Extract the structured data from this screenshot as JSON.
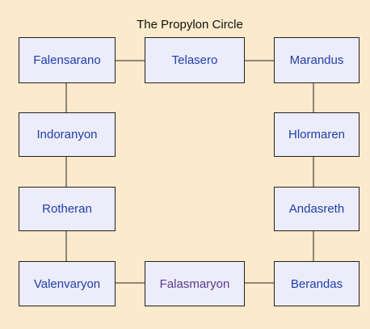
{
  "diagram": {
    "title": "The Propylon Circle",
    "nodes": {
      "falensarano": "Falensarano",
      "telasero": "Telasero",
      "marandus": "Marandus",
      "indoranyon": "Indoranyon",
      "hlormaren": "Hlormaren",
      "rotheran": "Rotheran",
      "andasreth": "Andasreth",
      "valenvaryon": "Valenvaryon",
      "falasmaryon": "Falasmaryon",
      "berandas": "Berandas"
    },
    "colors": {
      "background": "#fbeacb",
      "node_fill": "#ececfb",
      "node_border": "#222222",
      "link_text": "#1f3fa8",
      "visited_link_text": "#5b3a8c"
    }
  }
}
